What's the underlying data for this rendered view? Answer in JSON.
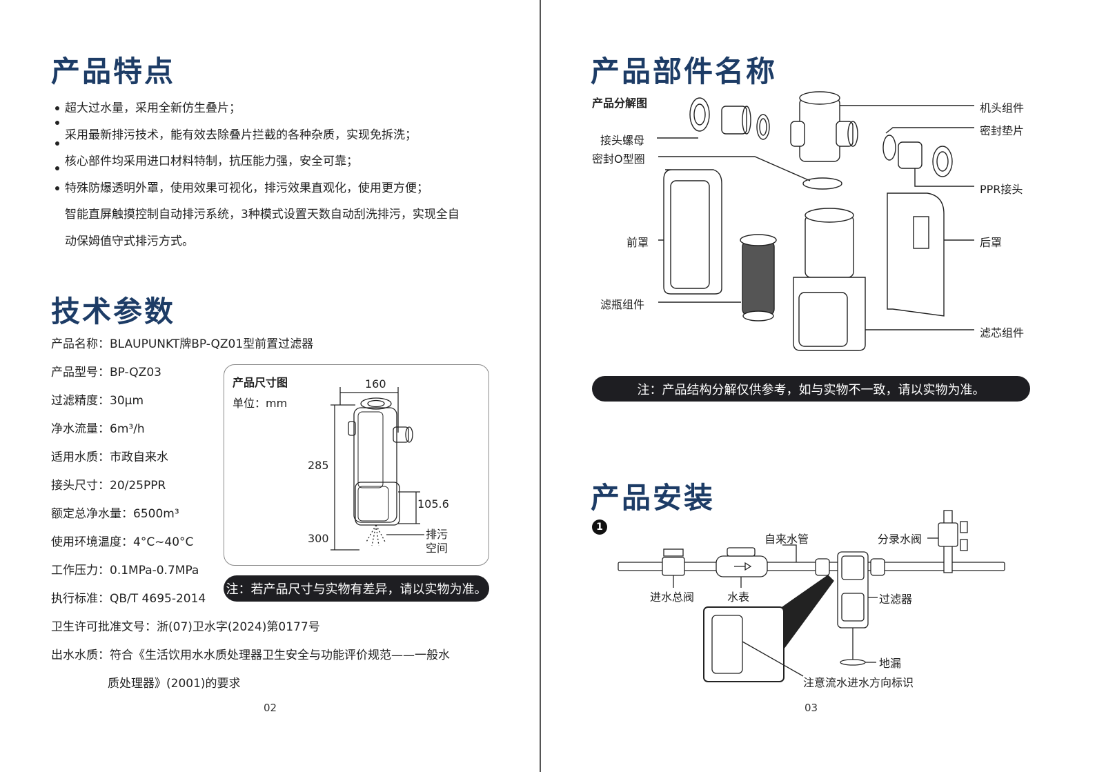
{
  "left": {
    "features": {
      "title": "产品特点",
      "items": [
        "超大过水量，采用全新仿生叠片；",
        "采用最新排污技术，能有效去除叠片拦截的各种杂质，实现免拆洗；",
        "核心部件均采用进口材料特制，抗压能力强，安全可靠；",
        "特殊防爆透明外罩，使用效果可视化，排污效果直观化，使用更方便；",
        "智能直屏触摸控制自动排污系统，3种模式设置天数自动刮洗排污，实现全自",
        "动保姆值守式排污方式。"
      ]
    },
    "specs": {
      "title": "技术参数",
      "rows": [
        "产品名称：BLAUPUNKT牌BP-QZ01型前置过滤器",
        "产品型号：BP-QZ03",
        "过滤精度：30μm",
        "净水流量：6m³/h",
        "适用水质：市政自来水",
        "接头尺寸：20/25PPR",
        "额定总净水量：6500m³",
        "使用环境温度：4°C~40°C",
        "工作压力：0.1MPa-0.7MPa",
        "执行标准：QB/T 4695-2014",
        "卫生许可批准文号：浙(07)卫水字(2024)第0177号",
        "出水水质：符合《生活饮用水水质处理器卫生安全与功能评价规范——一般水",
        "质处理器》(2001)的要求"
      ]
    },
    "dimension": {
      "title": "产品尺寸图",
      "unit": "单位：mm",
      "w": "160",
      "h": "285",
      "lower": "105.6",
      "bottom": "300",
      "drain_line1": "排污",
      "drain_line2": "空间",
      "note": "注：若产品尺寸与实物有差异，请以实物为准。"
    },
    "page_number": "02"
  },
  "right": {
    "parts": {
      "title": "产品部件名称",
      "subtitle": "产品分解图",
      "labels": {
        "nut": "接头螺母",
        "oring": "密封O型圈",
        "front_cover": "前罩",
        "bottle": "滤瓶组件",
        "head": "机头组件",
        "gasket": "密封垫片",
        "ppr": "PPR接头",
        "back_cover": "后罩",
        "cartridge": "滤芯组件"
      },
      "note": "注：产品结构分解仅供参考，如与实物不一致，请以实物为准。"
    },
    "install": {
      "title": "产品安装",
      "step": "1",
      "labels": {
        "tap_pipe": "自来水管",
        "branch_valve": "分录水阀",
        "main_valve": "进水总阀",
        "meter": "水表",
        "filter": "过滤器",
        "floor_drain": "地漏",
        "direction": "注意流水进水方向标识"
      }
    },
    "page_number": "03"
  },
  "colors": {
    "heading": "#1d3c66",
    "pill": "#1e1e22",
    "line": "#222222"
  }
}
